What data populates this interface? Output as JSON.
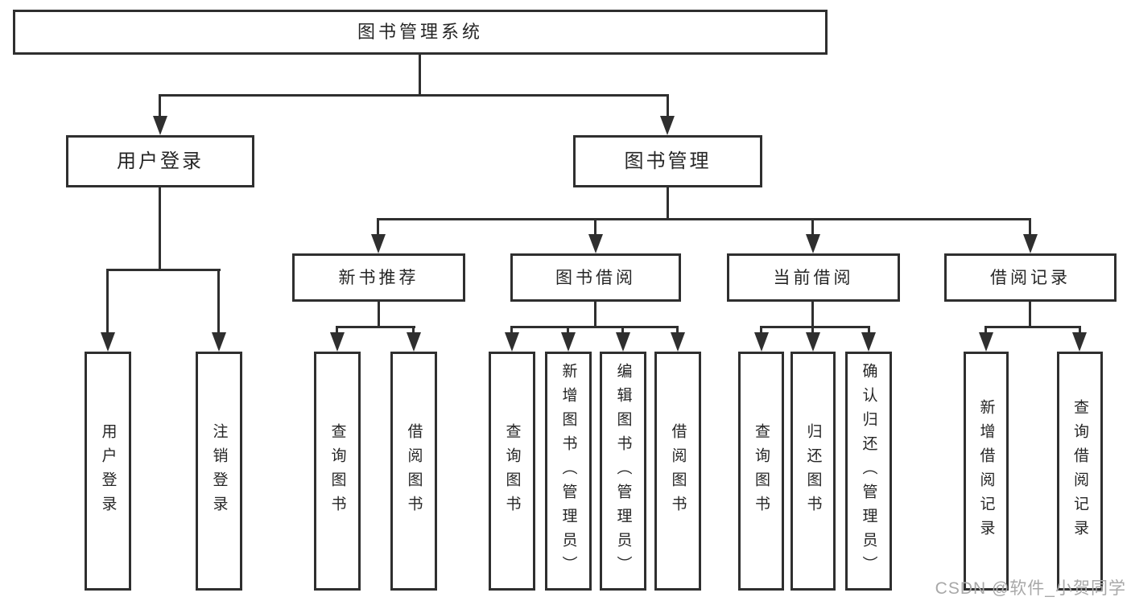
{
  "diagram_title": "图书管理系统",
  "nodes": {
    "root": "图书管理系统",
    "user_login": "用户登录",
    "book_management": "图书管理",
    "new_book_recommend": "新书推荐",
    "book_borrow": "图书借阅",
    "current_borrow": "当前借阅",
    "borrow_record": "借阅记录",
    "user_login_leaf": "用户登录",
    "logout_leaf": "注销登录",
    "recommend_query_books": "查询图书",
    "recommend_borrow_books": "借阅图书",
    "borrow_query_books": "查询图书",
    "borrow_add_books": "新增图书（管理员）",
    "borrow_edit_books": "编辑图书（管理员）",
    "borrow_borrow_books": "借阅图书",
    "current_query_books": "查询图书",
    "current_return_books": "归还图书",
    "current_confirm_return": "确认归还（管理员）",
    "record_add": "新增借阅记录",
    "record_query": "查询借阅记录"
  },
  "watermark": "CSDN @软件_小贺同学",
  "colors": {
    "line": "#2f2f2f",
    "text": "#262626",
    "watermark": "#a8a8a8",
    "background": "#ffffff"
  }
}
